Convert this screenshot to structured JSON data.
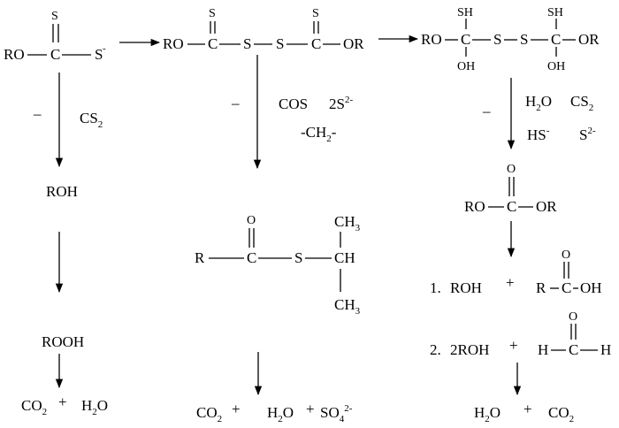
{
  "xanthate": {
    "ro": "RO",
    "c": "C",
    "s_top": "S",
    "s_anion": "S",
    "charge": "-"
  },
  "dixanthogen": {
    "ro": "RO",
    "c1": "C",
    "s1": "S",
    "s_link1": "S",
    "s_link2": "S",
    "c2": "C",
    "s2": "S",
    "or": "OR"
  },
  "thiol_dimer": {
    "ro": "RO",
    "c1": "C",
    "sh1": "SH",
    "oh1": "OH",
    "s_link1": "S",
    "s_link2": "S",
    "c2": "C",
    "sh2": "SH",
    "oh2": "OH",
    "or": "OR"
  },
  "col1": {
    "loss": "–",
    "byproduct": "CS",
    "byproduct_sub": "2",
    "alcohol": "ROH",
    "peroxide": "ROOH",
    "co2": "CO",
    "co2_sub": "2",
    "plus": "+",
    "water": "H",
    "water_sub": "2",
    "water_o": "O"
  },
  "col2": {
    "loss": "–",
    "byproduct1": "COS",
    "byproduct2": "2S",
    "byproduct2_charge": "2-",
    "byproduct3_pre": "-CH",
    "byproduct3_sub": "2",
    "byproduct3_post": "-",
    "thioester_r": "R",
    "thioester_c": "C",
    "thioester_o": "O",
    "thioester_s": "S",
    "ch": "CH",
    "ch3_top": "CH",
    "ch3_top_sub": "3",
    "ch3_bot": "CH",
    "ch3_bot_sub": "3",
    "co2": "CO",
    "co2_sub": "2",
    "plus1": "+",
    "water": "H",
    "water_sub": "2",
    "water_o": "O",
    "plus2": "+",
    "sulfate": "SO",
    "sulfate_sub": "4",
    "sulfate_charge": "2-"
  },
  "col3": {
    "loss": "–",
    "water": "H",
    "water_sub": "2",
    "water_o": "O",
    "cs2": "CS",
    "cs2_sub": "2",
    "hs": "HS",
    "hs_charge": "-",
    "s2": "S",
    "s2_charge": "2-",
    "carbonate_ro": "RO",
    "carbonate_c": "C",
    "carbonate_o": "O",
    "carbonate_or": "OR",
    "step1_num": "1.",
    "step1_alcohol": "ROH",
    "step1_plus": "+",
    "acid_r": "R",
    "acid_c": "C",
    "acid_o": "O",
    "acid_oh": "OH",
    "step2_num": "2.",
    "step2_alcohol": "2ROH",
    "step2_plus": "+",
    "ald_h1": "H",
    "ald_c": "C",
    "ald_o": "O",
    "ald_h2": "H",
    "final_water": "H",
    "final_water_sub": "2",
    "final_water_o": "O",
    "final_plus": "+",
    "final_co2": "CO",
    "final_co2_sub": "2"
  }
}
